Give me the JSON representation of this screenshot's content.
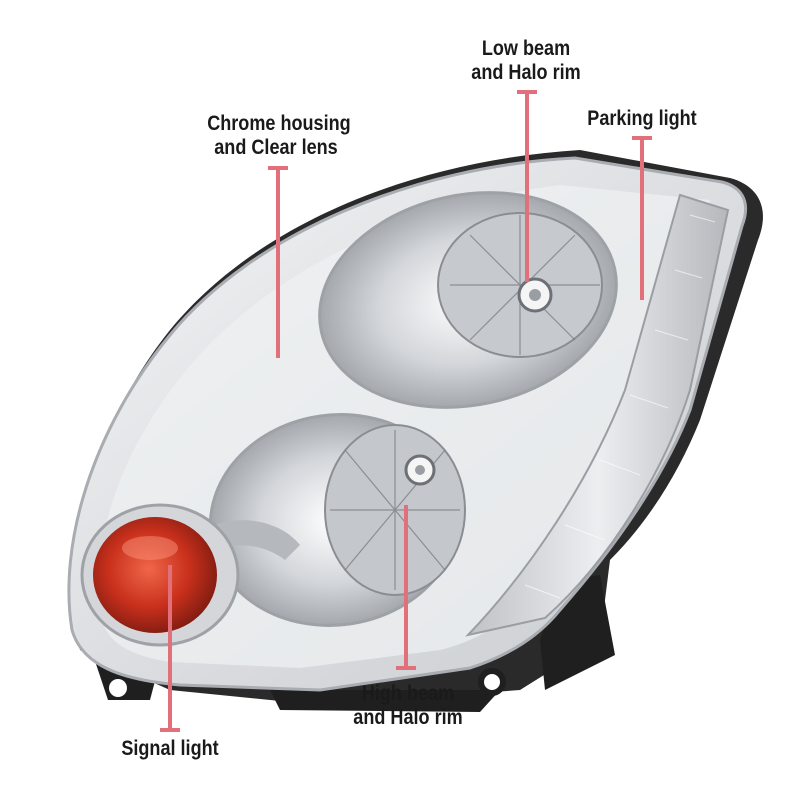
{
  "labels": {
    "chrome_housing": {
      "line1": "Chrome housing",
      "line2": "and Clear lens"
    },
    "low_beam": {
      "line1": "Low beam",
      "line2": "and Halo rim"
    },
    "parking_light": {
      "line1": "Parking light"
    },
    "high_beam": {
      "line1": "High beam",
      "line2": "and Halo rim"
    },
    "signal_light": {
      "line1": "Signal light"
    }
  },
  "colors": {
    "leader_line": "#e2707a",
    "chrome": "#d9dadc",
    "housing_dark": "#2a2a2a",
    "signal_amber": "#c8301c",
    "lens_clear": "#eef0f2"
  }
}
